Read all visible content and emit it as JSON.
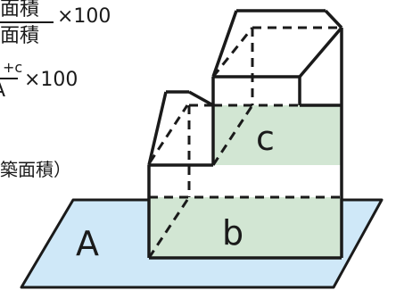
{
  "formulas": [
    {
      "numerator": "面積",
      "denominator": "面積",
      "multiplier": "×100"
    },
    {
      "numerator": "+c",
      "denominator": "A",
      "multiplier": "×100"
    }
  ],
  "note": "築面積）",
  "labels": {
    "a": "A",
    "b": "b",
    "c": "c"
  },
  "colors": {
    "ground": "#cfe8f8",
    "floor_shade": "#d2e6d3",
    "line": "#1a1a1a"
  }
}
